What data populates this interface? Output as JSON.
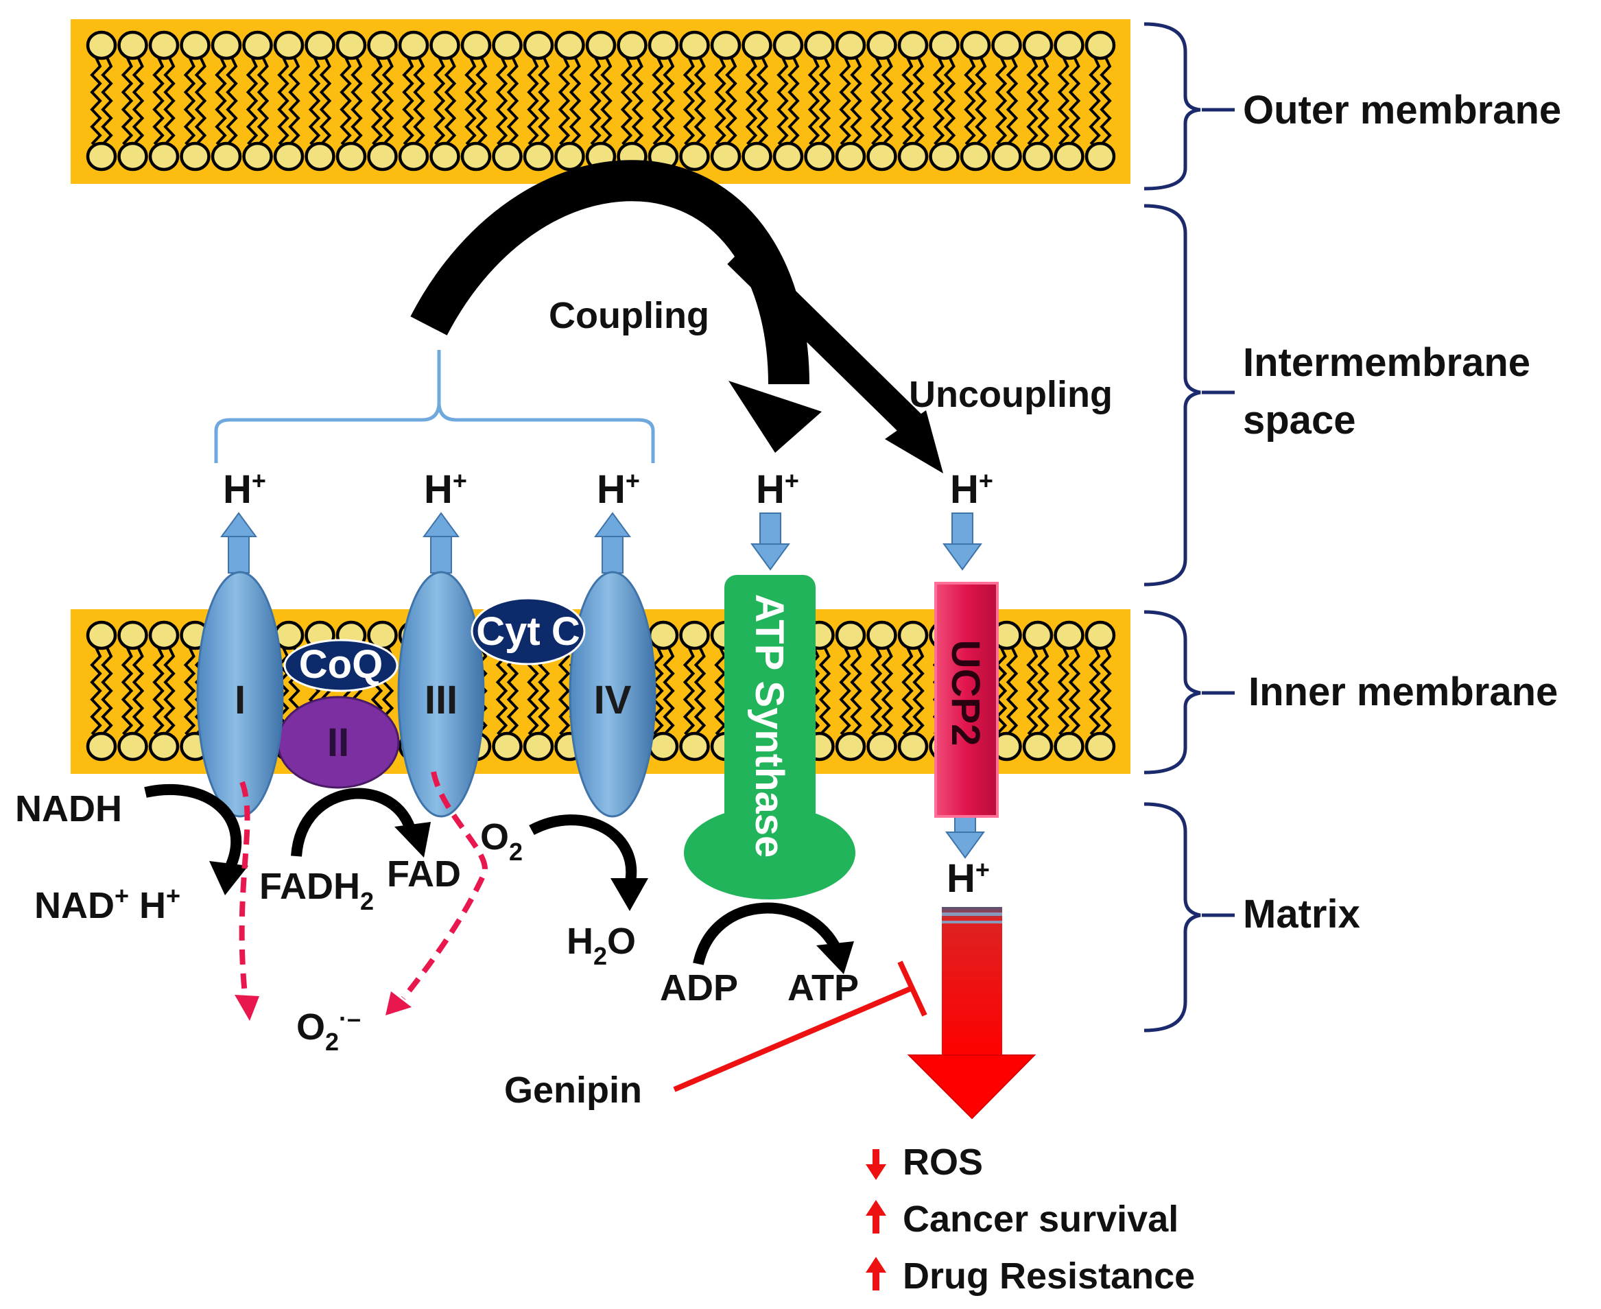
{
  "regions": {
    "outer_membrane": "Outer membrane",
    "intermembrane_space_line1": "Intermembrane",
    "intermembrane_space_line2": "space",
    "inner_membrane": "Inner membrane",
    "matrix": "Matrix"
  },
  "complexes": {
    "c1": "I",
    "c2": "II",
    "c3": "III",
    "c4": "IV",
    "coq": "CoQ",
    "cytc": "Cyt C",
    "atp_synthase": "ATP Synthase",
    "ucp2": "UCP2"
  },
  "flow": {
    "coupling": "Coupling",
    "uncoupling": "Uncoupling",
    "proton": "H",
    "proton_sup": "+"
  },
  "metabolites": {
    "nadh": "NADH",
    "nad": "NAD",
    "nad_sup": "+",
    "nad_h": "H",
    "nad_h_sup": "+",
    "fadh": "FADH",
    "fadh_sub": "2",
    "fad": "FAD",
    "o2": "O",
    "o2_sub": "2",
    "h2o_h": "H",
    "h2o_sub": "2",
    "h2o_o": "O",
    "superoxide": "O",
    "superoxide_sub": "2",
    "superoxide_sup": "·–",
    "adp": "ADP",
    "atp": "ATP"
  },
  "genipin": "Genipin",
  "outcomes": [
    {
      "text": "ROS",
      "direction": "down"
    },
    {
      "text": "Cancer survival",
      "direction": "up"
    },
    {
      "text": "Drug Resistance",
      "direction": "up"
    }
  ],
  "colors": {
    "membrane": "#fdbd10",
    "lipid_head": "#f2e27f",
    "complex": "#6fa8dc",
    "complex_ii": "#7b2fa0",
    "coq_cytc": "#0d2a6b",
    "atp_synthase": "#22b45a",
    "ucp2": "#e0144c",
    "bracket": "#1a2a6c",
    "light_bracket": "#6fa8dc",
    "red": "#ee1111",
    "ros_dash": "#e8184e"
  }
}
